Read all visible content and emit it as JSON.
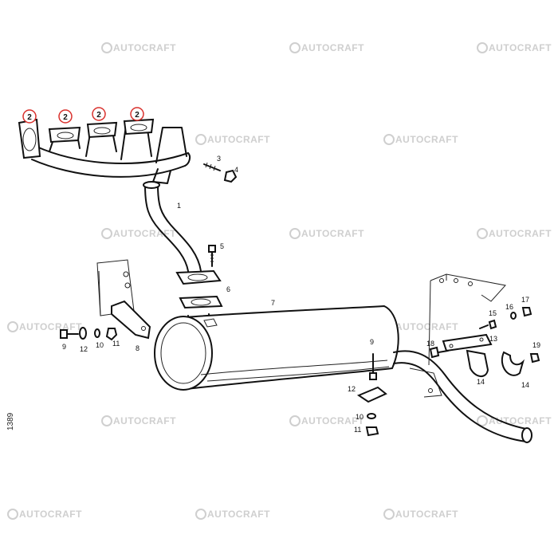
{
  "watermark": "AUTOCRAFT",
  "diagram_code": "1389",
  "callouts": [
    "2",
    "2",
    "2",
    "2"
  ],
  "labels": {
    "p1": "1",
    "p3": "3",
    "p4": "4",
    "p5": "5",
    "p6": "6",
    "p7": "7",
    "p8": "8",
    "p9_left": "9",
    "p10_left": "10",
    "p11_left": "11",
    "p12_left": "12",
    "p9_mid": "9",
    "p12_mid": "12",
    "p10_mid": "10",
    "p11_mid": "11",
    "p13": "13",
    "p14_a": "14",
    "p14_b": "14",
    "p15": "15",
    "p16": "16",
    "p17": "17",
    "p18": "18",
    "p19": "19"
  },
  "colors": {
    "callout_ring": "#d9302c",
    "line": "#111111",
    "watermark": "#cfcfcf"
  }
}
